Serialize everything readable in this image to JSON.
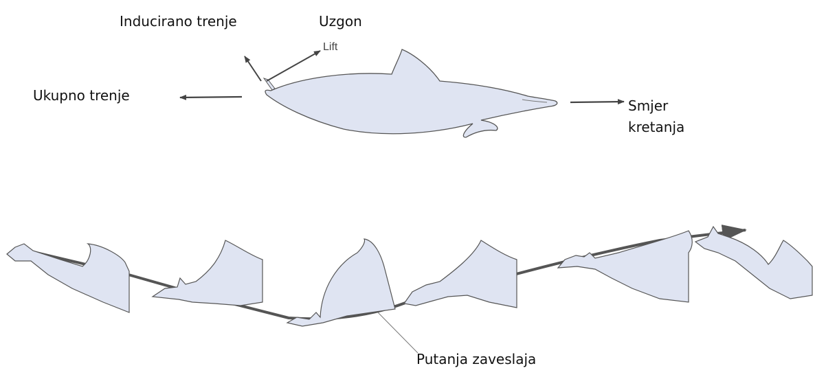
{
  "labels": {
    "induced_drag": "Inducirano trenje",
    "lift": "Uzgon",
    "lift_original": "Lift",
    "total_drag": "Ukupno trenje",
    "direction_line1": "Smjer",
    "direction_line2": "kretanja",
    "stroke_path": "Putanja zaveslaja"
  },
  "colors": {
    "body_fill": "#dfe4f2",
    "outline": "#555555",
    "arrow": "#444444",
    "path": "#555555"
  }
}
